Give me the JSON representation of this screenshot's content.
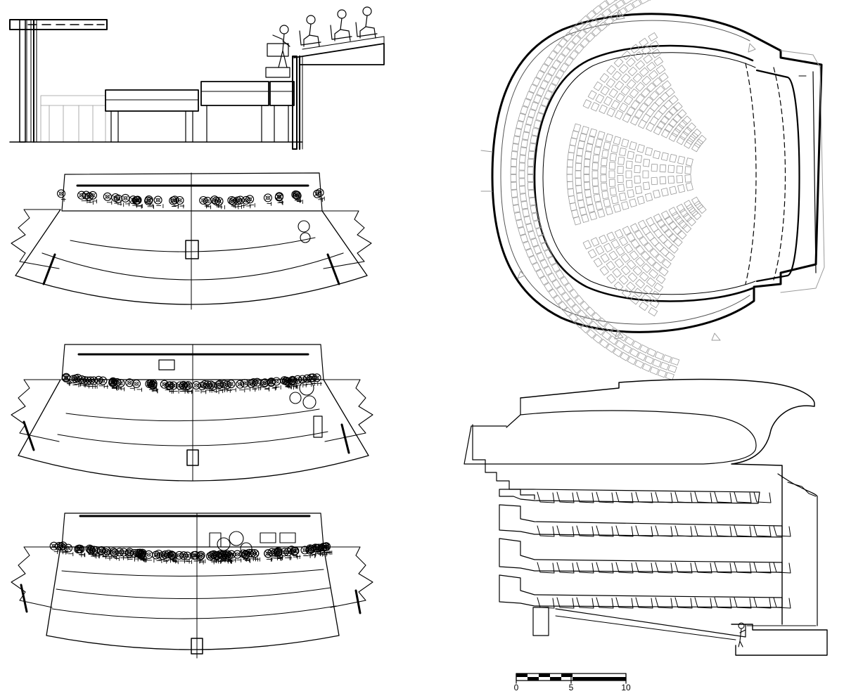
{
  "scale_bar": {
    "ticks": [
      "0",
      "5",
      "10"
    ]
  },
  "drawings": {
    "pit_section": "pit-section",
    "pit_plans": [
      "pit-plan-small",
      "pit-plan-medium",
      "pit-plan-large"
    ],
    "auditorium_plan": "auditorium-plan",
    "auditorium_section": "auditorium-section"
  },
  "colors": {
    "ink": "#000000",
    "light_ink": "#9a9a9a",
    "paper": "#ffffff"
  }
}
